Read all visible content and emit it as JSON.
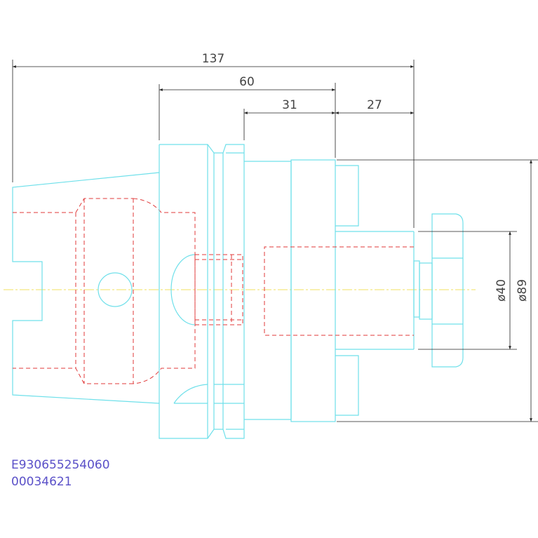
{
  "dimensions": {
    "d137": "137",
    "d60": "60",
    "d31": "31",
    "d27": "27",
    "dia40": "ø40",
    "dia89": "ø89"
  },
  "codes": {
    "line1": "E930655254060",
    "line2": "00034621"
  },
  "colors": {
    "part_outline": "#6fe0ea",
    "hidden_line": "#e03a3a",
    "center_line": "#f0e060",
    "dimension_line": "#222222",
    "code_text": "#5a50c8"
  }
}
